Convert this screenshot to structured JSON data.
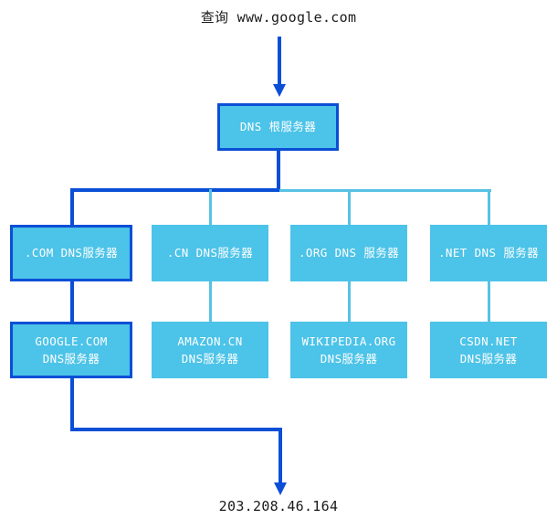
{
  "diagram": {
    "title_text": "查询 www.google.com",
    "result_text": "203.208.46.164",
    "colors": {
      "node_fill": "#4CC3E8",
      "highlight_stroke": "#0b4fd6",
      "branch_stroke": "#57C2E3",
      "text_on_node": "#ffffff",
      "text_plain": "#1a1a1a",
      "background": "#ffffff"
    },
    "root": {
      "label": "DNS 根服务器",
      "highlighted": true
    },
    "tld_level": [
      {
        "label": ".COM DNS服务器",
        "highlighted": true
      },
      {
        "label": ".CN DNS服务器",
        "highlighted": false
      },
      {
        "label": ".ORG DNS 服务器",
        "highlighted": false
      },
      {
        "label": ".NET DNS 服务器",
        "highlighted": false
      }
    ],
    "authoritative_level": [
      {
        "line1": "GOOGLE.COM",
        "line2": "DNS服务器",
        "highlighted": true
      },
      {
        "line1": "AMAZON.CN",
        "line2": "DNS服务器",
        "highlighted": false
      },
      {
        "line1": "WIKIPEDIA.ORG",
        "line2": "DNS服务器",
        "highlighted": false
      },
      {
        "line1": "CSDN.NET",
        "line2": "DNS服务器",
        "highlighted": false
      }
    ]
  }
}
